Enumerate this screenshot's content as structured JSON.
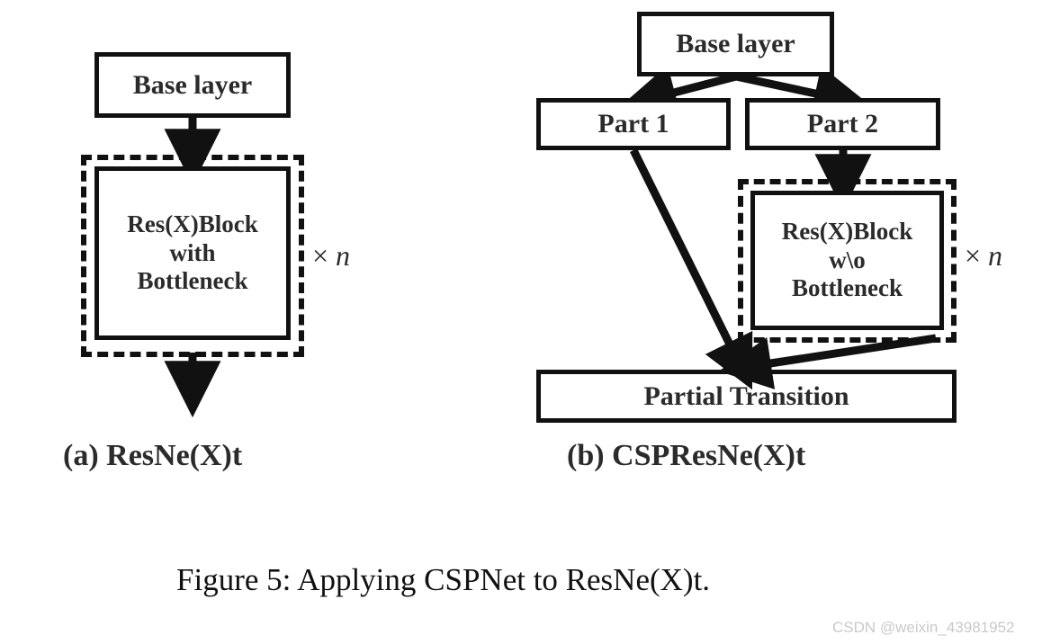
{
  "figure": {
    "caption": "Figure 5: Applying CSPNet to ResNe(X)t.",
    "watermark": "CSDN @weixin_43981952",
    "colors": {
      "stroke": "#111111",
      "text": "#2b2b2b",
      "background": "#ffffff",
      "watermark": "#c9c9c9"
    }
  },
  "panel_a": {
    "subcaption": "(a) ResNe(X)t",
    "base_layer": "Base layer",
    "block": "Res(X)Block\nwith\nBottleneck",
    "block_line1": "Res(X)Block",
    "block_line2": "with",
    "block_line3": "Bottleneck",
    "repeat": "× n",
    "repeat_symbol": "×",
    "repeat_count": "n"
  },
  "panel_b": {
    "subcaption": "(b) CSPResNe(X)t",
    "base_layer": "Base layer",
    "part1": "Part 1",
    "part2": "Part 2",
    "block_line1": "Res(X)Block",
    "block_line2": "w\\o",
    "block_line3": "Bottleneck",
    "transition": "Partial Transition",
    "repeat": "× n",
    "repeat_symbol": "×",
    "repeat_count": "n"
  }
}
